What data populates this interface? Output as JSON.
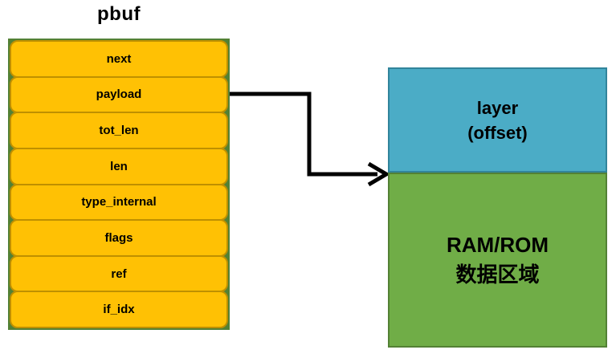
{
  "diagram": {
    "title": "pbuf",
    "struct": {
      "fields": [
        {
          "label": "next"
        },
        {
          "label": "payload"
        },
        {
          "label": "tot_len"
        },
        {
          "label": "len"
        },
        {
          "label": "type_internal"
        },
        {
          "label": "flags"
        },
        {
          "label": "ref"
        },
        {
          "label": "if_idx"
        }
      ],
      "fill_color": "#FFC104",
      "field_border_color": "#BF9000",
      "frame_color": "#538135"
    },
    "arrow": {
      "from": "payload",
      "to": "memory-region-boundary",
      "color": "#000000"
    },
    "layer_box": {
      "line1": "layer",
      "line2": "(offset)",
      "fill_color": "#4BACC6",
      "border_color": "#31849B"
    },
    "data_box": {
      "line1": "RAM/ROM",
      "line2": "数据区域",
      "fill_color": "#70AD47",
      "border_color": "#538135"
    }
  }
}
